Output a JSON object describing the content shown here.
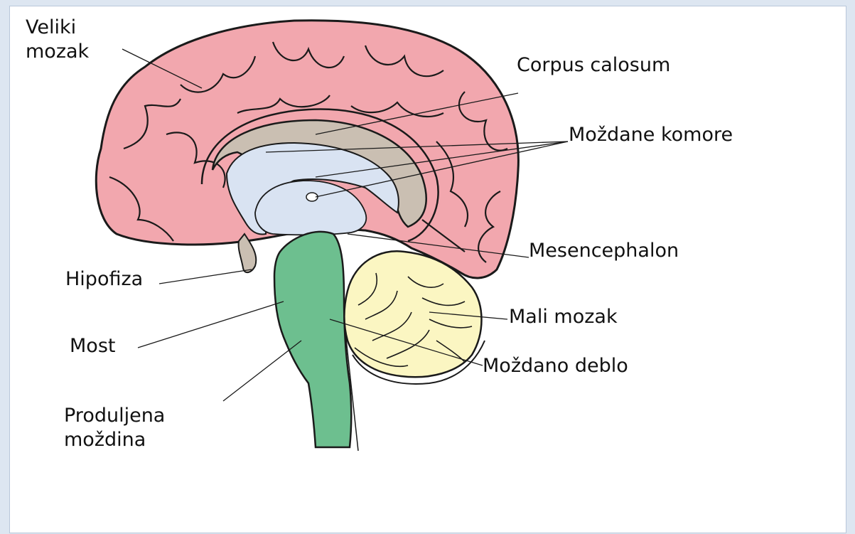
{
  "diagram": {
    "labels": {
      "cerebrum_line1": "Veliki",
      "cerebrum_line2": "mozak",
      "corpus_callosum": "Corpus calosum",
      "ventricles": "Moždane komore",
      "midbrain": "Mesencephalon",
      "pituitary": "Hipofiza",
      "cerebellum": "Mali mozak",
      "pons": "Most",
      "brainstem": "Moždano deblo",
      "medulla_line1": "Produljena",
      "medulla_line2": "moždina"
    },
    "colors": {
      "cerebrum": "#f2a7ae",
      "corpus_callosum": "#cabfb2",
      "ventricles": "#d9e3f2",
      "brainstem": "#6dbf8f",
      "cerebellum": "#fbf6c2",
      "outline": "#1a1a1a"
    }
  }
}
